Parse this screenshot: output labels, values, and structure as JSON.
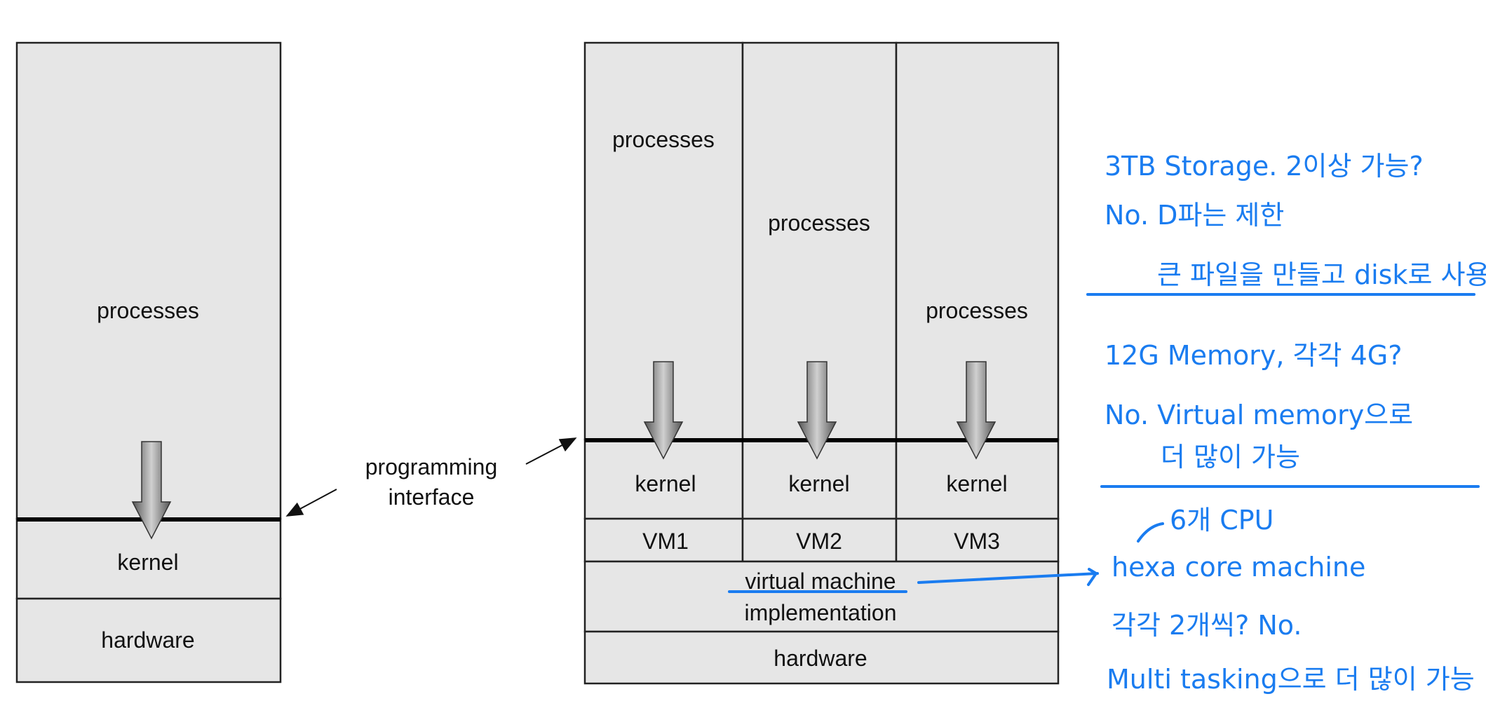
{
  "left_stack": {
    "processes": "processes",
    "kernel": "kernel",
    "hardware": "hardware"
  },
  "callout": {
    "line1": "programming",
    "line2": "interface"
  },
  "right_stack": {
    "columns": [
      {
        "processes": "processes",
        "kernel": "kernel",
        "vm": "VM1"
      },
      {
        "processes": "processes",
        "kernel": "kernel",
        "vm": "VM2"
      },
      {
        "processes": "processes",
        "kernel": "kernel",
        "vm": "VM3"
      }
    ],
    "vm_impl_line1": "virtual machine",
    "vm_impl_line2": "implementation",
    "hardware": "hardware"
  },
  "annotations": {
    "color": "#1a7cf0",
    "storage": [
      "3TB Storage. 2이상 가능?",
      "No. D파는 제한",
      "큰 파일을 만들고 disk로 사용"
    ],
    "memory": [
      "12G Memory, 각각 4G?",
      "No. Virtual memory으로",
      "더 많이 가능"
    ],
    "cpu_note": "6개 CPU",
    "cpu": [
      "hexa core machine",
      "각각 2개씩? No.",
      "Multi tasking으로 더 많이 가능"
    ]
  }
}
